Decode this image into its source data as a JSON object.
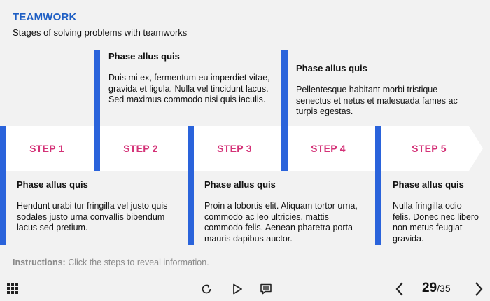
{
  "header": {
    "title": "TEAMWORK",
    "subtitle": "Stages of solving problems with teamworks"
  },
  "steps": [
    {
      "label": "STEP 1",
      "heading": "Phase allus quis",
      "text": "Hendunt urabi tur fringilla vel justo quis sodales justo urna convallis bibendum lacus sed pretium."
    },
    {
      "label": "STEP 2",
      "heading": "Phase allus quis",
      "text": "Duis mi ex, fermentum eu imperdiet vitae, gravida et ligula. Nulla vel tincidunt lacus. Sed maximus commodo nisi quis iaculis."
    },
    {
      "label": "STEP 3",
      "heading": "Phase allus quis",
      "text": "Proin a lobortis elit. Aliquam tortor urna, commodo ac leo ultricies, mattis commodo felis. Aenean pharetra porta mauris dapibus auctor."
    },
    {
      "label": "STEP 4",
      "heading": "Phase allus quis",
      "text": "Pellentesque habitant morbi tristique senectus et netus et malesuada fames ac turpis egestas."
    },
    {
      "label": "STEP 5",
      "heading": "Phase allus quis",
      "text": "Nulla fringilla odio felis. Donec nec libero non metus feugiat gravida."
    }
  ],
  "instructions": {
    "label": "Instructions:",
    "text": "Click the steps to reveal information."
  },
  "toolbar": {
    "current_page": "29",
    "total_pages": "/35",
    "icons": [
      "menu-grid-icon",
      "replay-icon",
      "play-icon",
      "notes-icon",
      "prev-icon",
      "next-icon"
    ]
  },
  "colors": {
    "title": "#1f5fc4",
    "step_text": "#d43277",
    "marker": "#2a63db",
    "background": "#f2f2f2"
  }
}
